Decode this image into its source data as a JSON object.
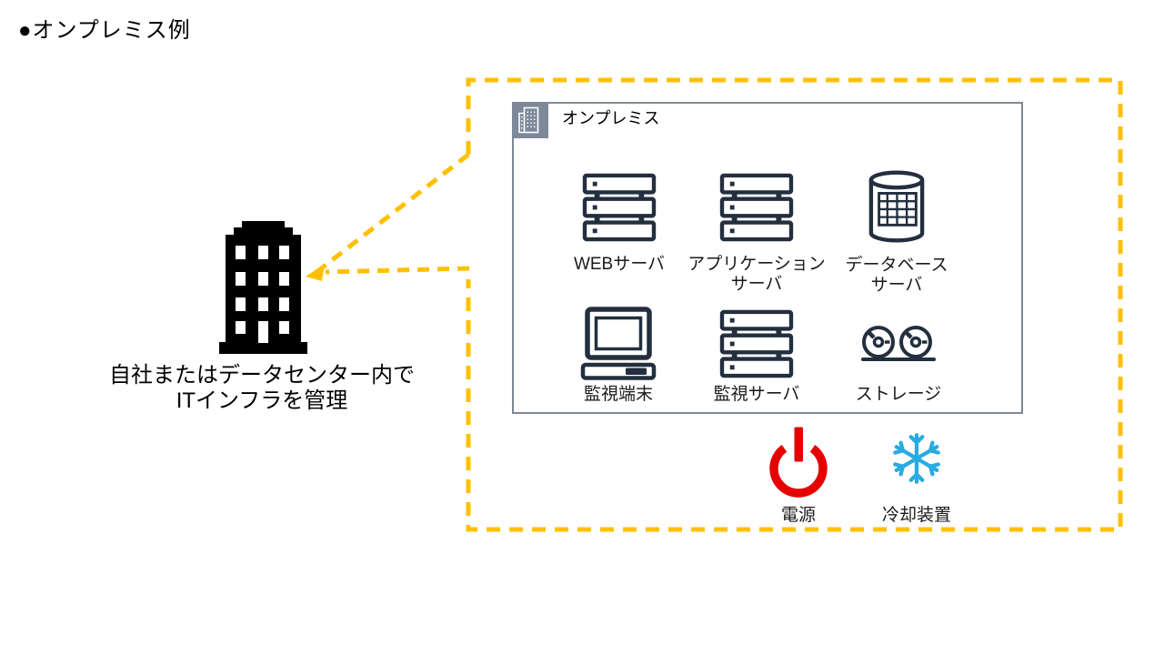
{
  "title": "●オンプレミス例",
  "colors": {
    "callout_yellow": "#FFC000",
    "icon_navy": "#232F3E",
    "onprem_gray": "#7D8998",
    "power_red": "#E60000",
    "cooling_blue": "#29ABE2"
  },
  "building": {
    "caption_line1": "自社またはデータセンター内で",
    "caption_line2": "ITインフラを管理"
  },
  "onprem": {
    "label": "オンプレミス",
    "nodes": [
      {
        "icon": "server-icon",
        "line1": "WEBサーバ",
        "line2": ""
      },
      {
        "icon": "server-icon",
        "line1": "アプリケーション",
        "line2": "サーバ"
      },
      {
        "icon": "database-icon",
        "line1": "データベース",
        "line2": "サーバ"
      },
      {
        "icon": "monitor-icon",
        "line1": "監視端末",
        "line2": ""
      },
      {
        "icon": "server-icon",
        "line1": "監視サーバ",
        "line2": ""
      },
      {
        "icon": "tape-storage-icon",
        "line1": "ストレージ",
        "line2": ""
      }
    ]
  },
  "facility": {
    "power_label": "電源",
    "cooling_label": "冷却装置"
  }
}
